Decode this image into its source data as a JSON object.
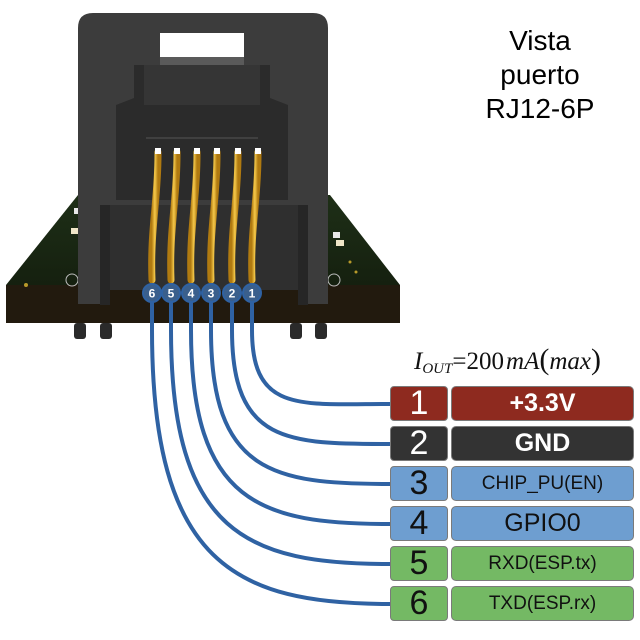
{
  "title": {
    "lines": [
      "Vista",
      "puerto",
      "RJ12-6P"
    ]
  },
  "current_note": {
    "symbol": "I",
    "subscript": "OUT",
    "equals": "=",
    "value": "200",
    "unit": "mA",
    "open_paren": "(",
    "qualifier": "max",
    "close_paren": ")"
  },
  "connector": {
    "name": "RJ12-6P",
    "pin_markers": [
      "6",
      "5",
      "4",
      "3",
      "2",
      "1"
    ]
  },
  "pins": [
    {
      "number": "1",
      "signal": "+3.3V",
      "bg": "#8e2a1f",
      "text_style": "dark"
    },
    {
      "number": "2",
      "signal": "GND",
      "bg": "#333333",
      "text_style": "dark"
    },
    {
      "number": "3",
      "signal": "CHIP_PU(EN)",
      "bg": "#6e9ed0",
      "text_style": "light"
    },
    {
      "number": "4",
      "signal": "GPIO0",
      "bg": "#6e9ed0",
      "text_style": "light"
    },
    {
      "number": "5",
      "signal": "RXD(ESP.tx)",
      "bg": "#74b964",
      "text_style": "light"
    },
    {
      "number": "6",
      "signal": "TXD(ESP.rx)",
      "bg": "#74b964",
      "text_style": "light"
    }
  ],
  "colors": {
    "wire": "#2f62a3",
    "marker_fill": "#3a5f8c",
    "gold_contact": "#e0a82a",
    "housing": "#3a3a3a",
    "pcb": "#1b2a14",
    "pcb_edge": "#241c0f"
  }
}
